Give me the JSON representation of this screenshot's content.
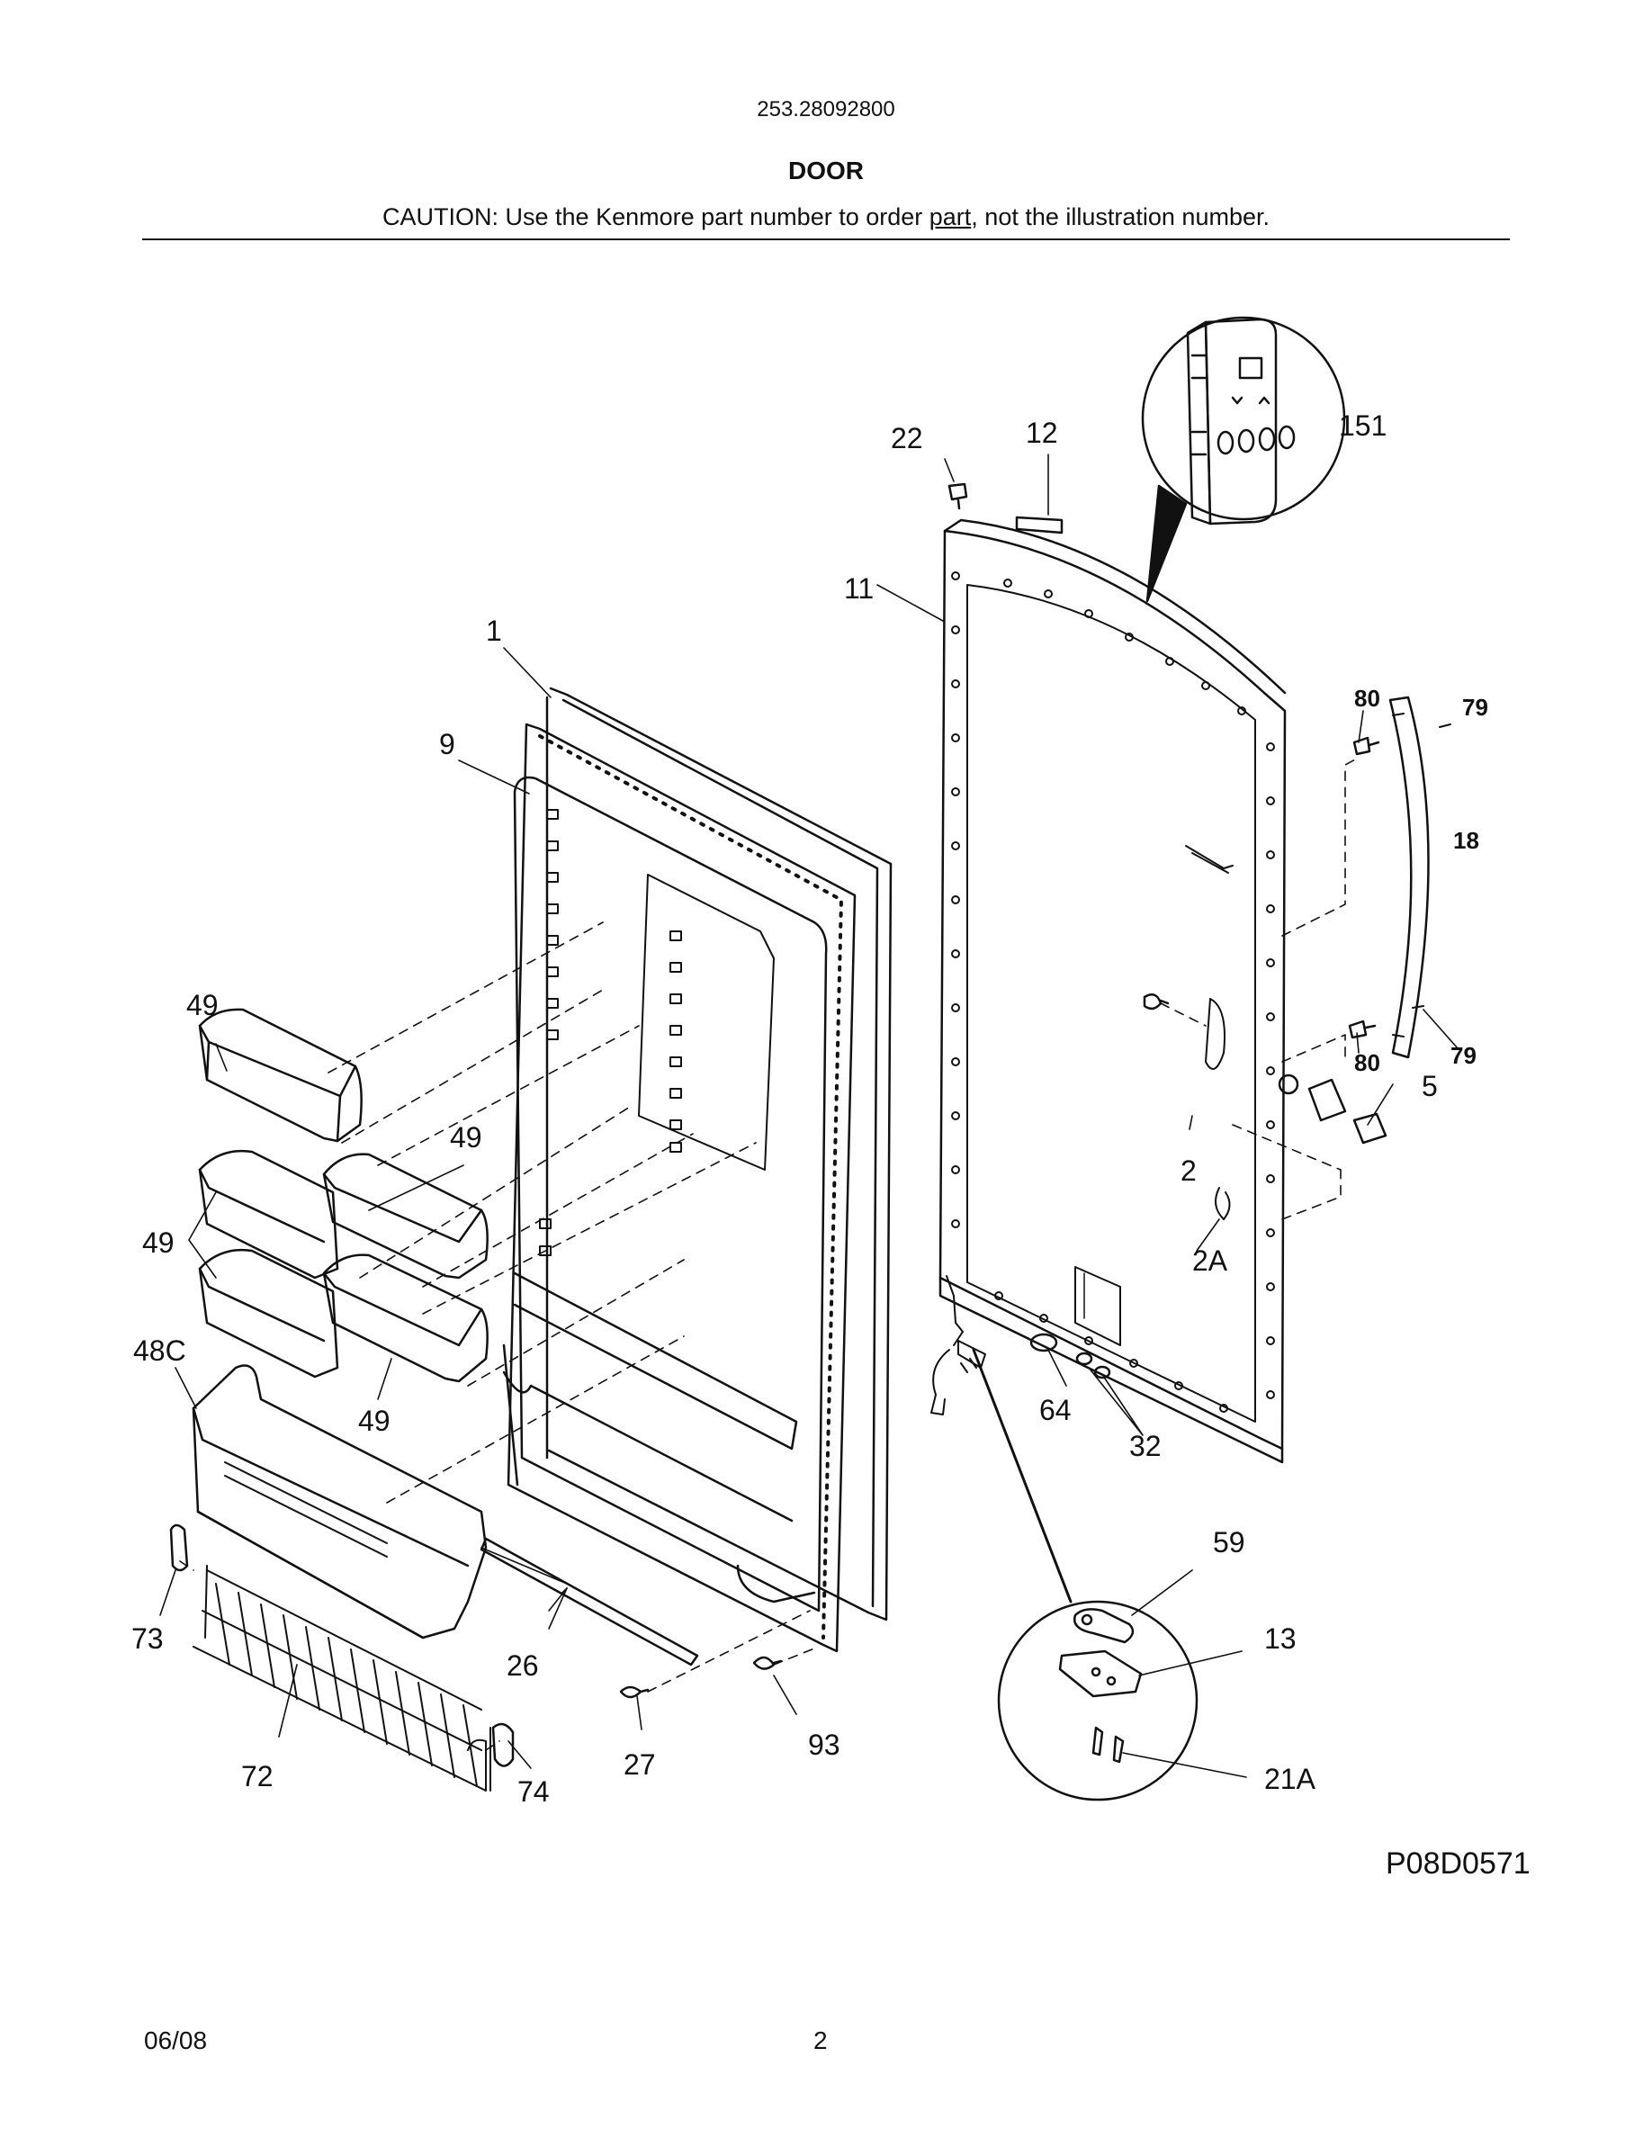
{
  "header": {
    "model": "253.28092800",
    "title": "DOOR",
    "caution_pre": "CAUTION: Use the Kenmore part number to order ",
    "caution_link": "part",
    "caution_post": ", not the illustration number."
  },
  "callouts": {
    "c1": "1",
    "c2": "2",
    "c2A": "2A",
    "c5": "5",
    "c9": "9",
    "c11": "11",
    "c12": "12",
    "c13": "13",
    "c18": "18",
    "c21A": "21A",
    "c22": "22",
    "c26": "26",
    "c27": "27",
    "c32": "32",
    "c48C": "48C",
    "c49a": "49",
    "c49b": "49",
    "c49c": "49",
    "c49d": "49",
    "c59": "59",
    "c64": "64",
    "c72": "72",
    "c73": "73",
    "c74": "74",
    "c79a": "79",
    "c79b": "79",
    "c80a": "80",
    "c80b": "80",
    "c93": "93",
    "c151": "151"
  },
  "figure_code": "P08D0571",
  "footer": {
    "date": "06/08",
    "page": "2"
  }
}
